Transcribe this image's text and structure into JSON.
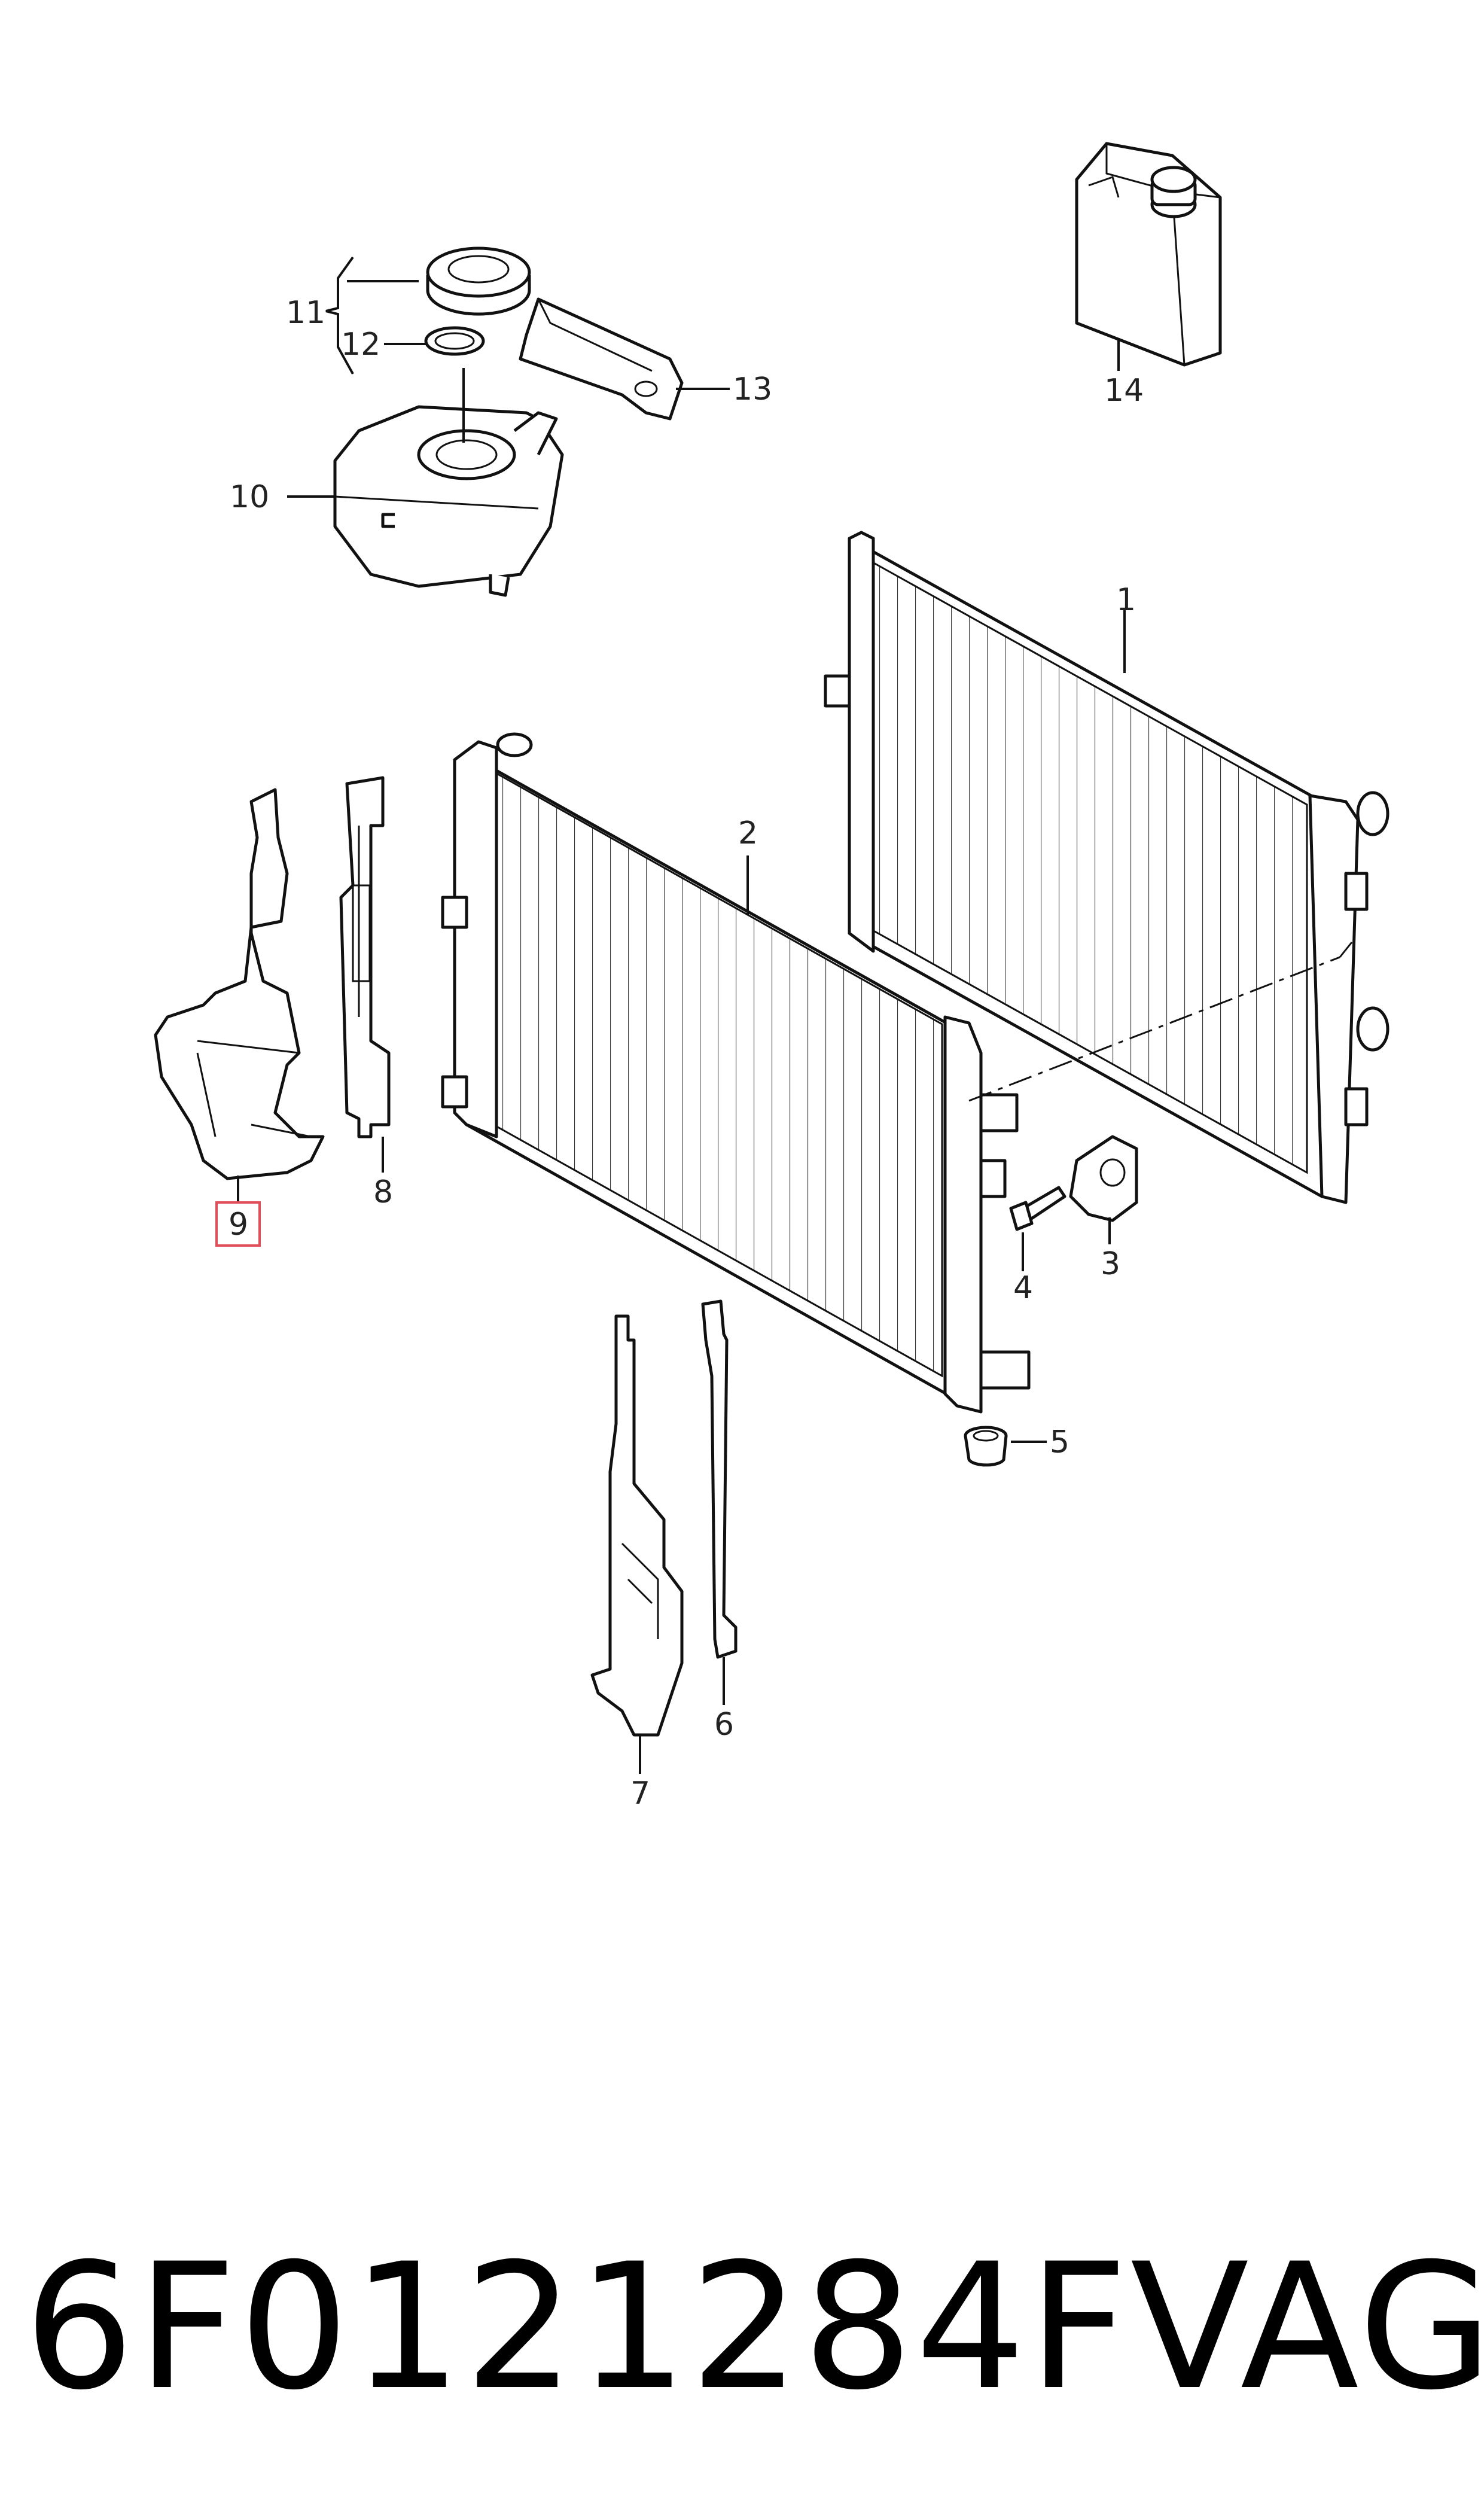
{
  "callouts": {
    "c1": "1",
    "c2": "2",
    "c3": "3",
    "c4": "4",
    "c5": "5",
    "c6": "6",
    "c7": "7",
    "c8": "8",
    "c9": "9",
    "c10": "10",
    "c11": "11",
    "c12": "12",
    "c13": "13",
    "c14": "14"
  },
  "highlight_color": "#e0505a",
  "footer": {
    "part_number": "6F0121284F",
    "brand": "VAG"
  }
}
